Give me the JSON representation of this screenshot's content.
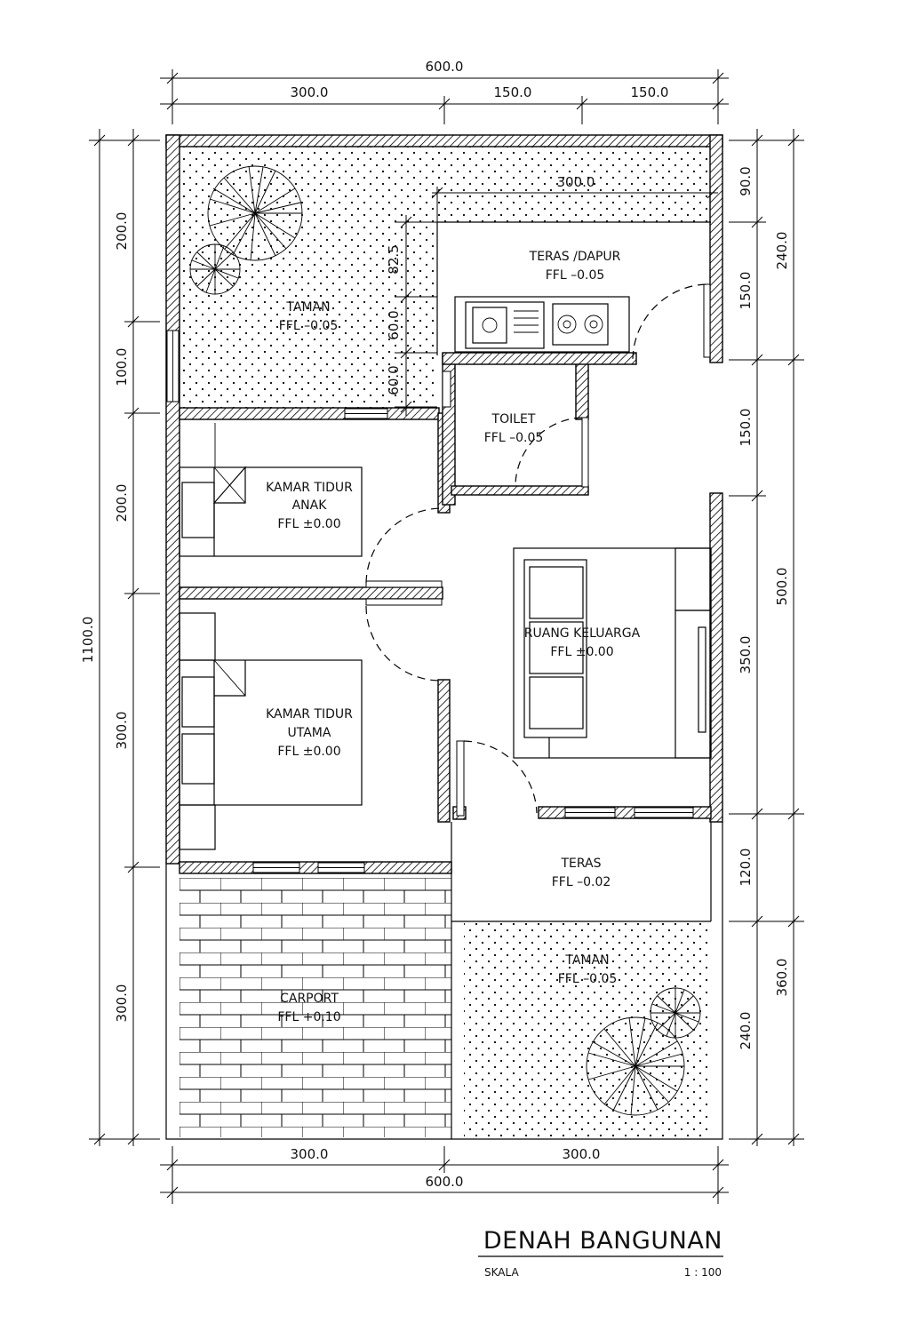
{
  "drawing": {
    "title": "DENAH BANGUNAN",
    "scale_label": "SKALA",
    "scale_value": "1 : 100"
  },
  "dimensions": {
    "top_total": "600.0",
    "top_left": "300.0",
    "top_mid": "150.0",
    "top_right": "150.0",
    "kitchen_width": "300.0",
    "bottom_left": "300.0",
    "bottom_right": "300.0",
    "bottom_total": "600.0",
    "left_total": "1100.0",
    "left_1": "200.0",
    "left_2": "100.0",
    "left_3": "200.0",
    "left_4": "300.0",
    "left_5": "300.0",
    "right_inner_1": "90.0",
    "right_inner_2": "150.0",
    "right_inner_3": "150.0",
    "right_inner_4": "350.0",
    "right_inner_5": "120.0",
    "right_inner_6": "240.0",
    "right_outer_1": "240.0",
    "right_outer_2": "500.0",
    "right_outer_3": "360.0",
    "garden_1": "82.5",
    "garden_2": "60.0",
    "garden_3": "60.0"
  },
  "rooms": {
    "taman_top": {
      "name": "TAMAN",
      "level": "FFL –0.05"
    },
    "teras_dapur": {
      "name": "TERAS /DAPUR",
      "level": "FFL –0.05"
    },
    "toilet": {
      "name": "TOILET",
      "level": "FFL –0.05"
    },
    "kamar_anak": {
      "name_1": "KAMAR TIDUR",
      "name_2": "ANAK",
      "level": "FFL ±0.00"
    },
    "kamar_utama": {
      "name_1": "KAMAR TIDUR",
      "name_2": "UTAMA",
      "level": "FFL ±0.00"
    },
    "ruang_keluarga": {
      "name": "RUANG KELUARGA",
      "level": "FFL ±0.00"
    },
    "teras": {
      "name": "TERAS",
      "level": "FFL –0.02"
    },
    "taman_bottom": {
      "name": "TAMAN",
      "level": "FFL –0.05"
    },
    "carport": {
      "name": "CARPORT",
      "level": "FFL +0.10"
    }
  },
  "colors": {
    "ink": "#000000",
    "paper": "#ffffff"
  }
}
